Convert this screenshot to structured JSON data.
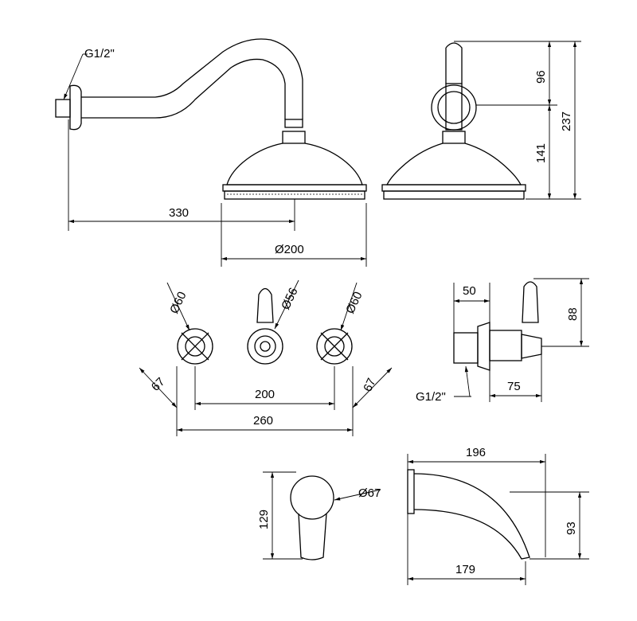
{
  "shower_side": {
    "thread": "G1/2\"",
    "reach": "330",
    "head_diameter": "Ø200"
  },
  "shower_front": {
    "upper_height": "96",
    "total_height": "237",
    "lower_height": "141"
  },
  "valves_front": {
    "left_handle_diameter": "Ø60",
    "center_handle_diameter": "Ø56",
    "right_handle_diameter": "Ø60",
    "left_flange": "67",
    "right_flange": "67",
    "inner_spacing": "200",
    "outer_spacing": "260"
  },
  "valve_side": {
    "depth": "50",
    "height": "88",
    "thread": "G1/2\"",
    "projection": "75"
  },
  "spout": {
    "length": "196",
    "flange_diameter": "Ø67",
    "front_height": "129",
    "side_height": "93",
    "reach": "179"
  }
}
